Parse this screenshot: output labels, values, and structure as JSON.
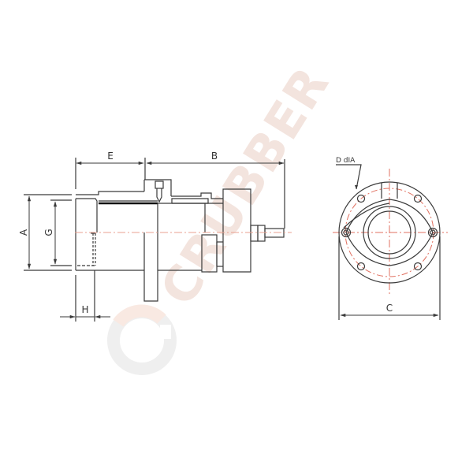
{
  "drawing": {
    "type": "technical-dimension-drawing",
    "views": [
      "side-view",
      "end-view"
    ]
  },
  "dimensions": {
    "A": "A",
    "B": "B",
    "C": "C",
    "E": "E",
    "G": "G",
    "H": "H",
    "D": "D dIA"
  },
  "watermark": {
    "text": "CRUBBER",
    "color": "#f2e4df",
    "logo_color": "#ededed",
    "logo_accent": "#f8e6df"
  },
  "colors": {
    "line": "#3a3a3a",
    "centerline": "#e07060",
    "background": "#ffffff"
  }
}
